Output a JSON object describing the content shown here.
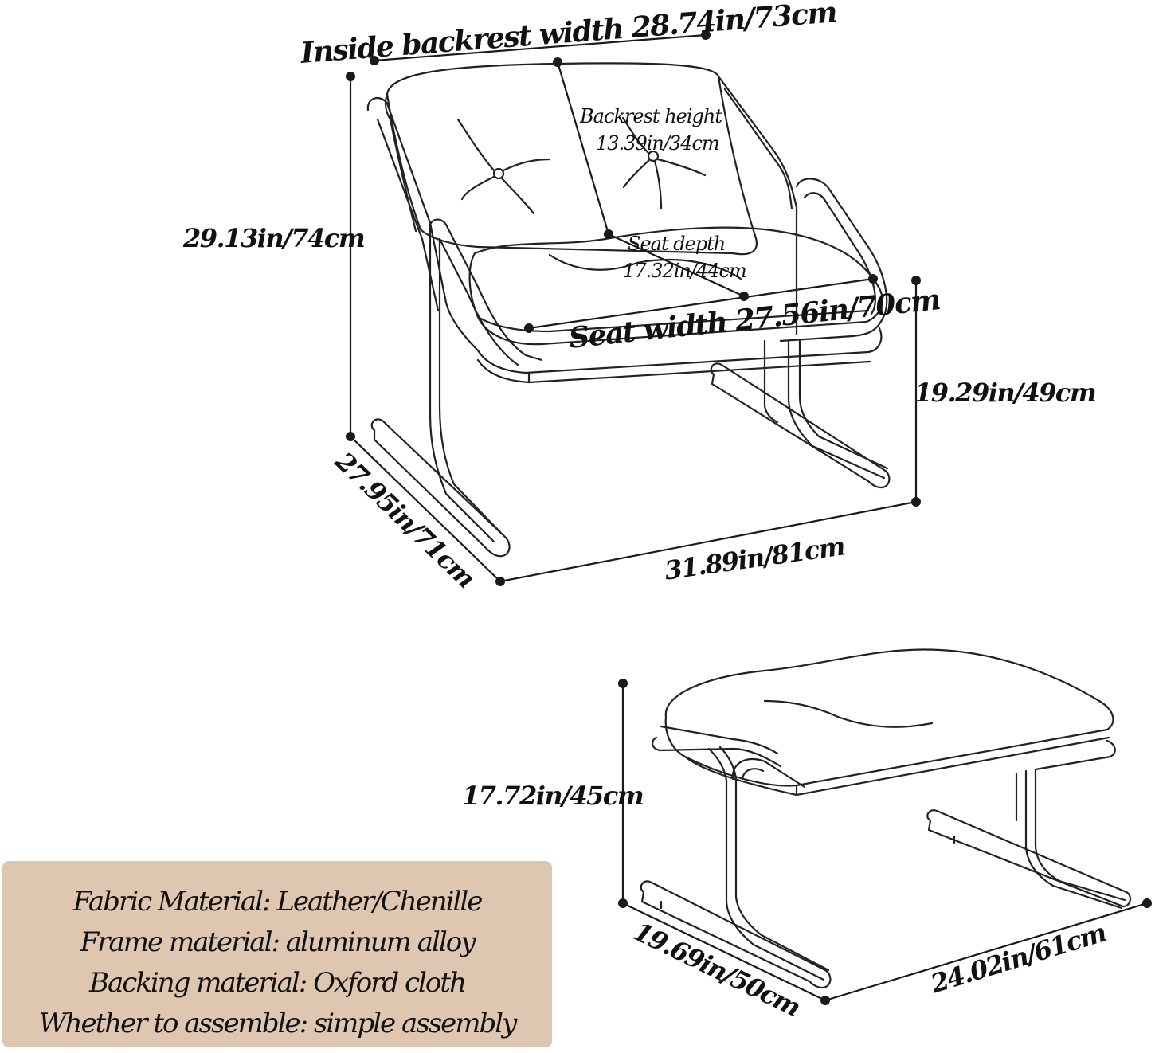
{
  "colors": {
    "background": "#ffffff",
    "line": "#222222",
    "dimension_dot": "#1a1a1a",
    "info_panel": "#dfc6b1",
    "text": "#111111"
  },
  "chair": {
    "inside_backrest_width": "Inside backrest width 28.74in/73cm",
    "backrest_height_label": "Backrest height",
    "backrest_height_value": "13.39in/34cm",
    "seat_depth_label": "Seat depth",
    "seat_depth_value": "17.32in/44cm",
    "seat_width": "Seat width 27.56in/70cm",
    "overall_height": "29.13in/74cm",
    "seat_height": "19.29in/49cm",
    "overall_depth": "27.95in/71cm",
    "overall_width": "31.89in/81cm"
  },
  "ottoman": {
    "height": "17.72in/45cm",
    "depth": "19.69in/50cm",
    "width": "24.02in/61cm"
  },
  "specs": [
    "Fabric Material: Leather/Chenille",
    "Frame material: aluminum alloy",
    "Backing material: Oxford cloth",
    "Whether to assemble: simple assembly"
  ]
}
